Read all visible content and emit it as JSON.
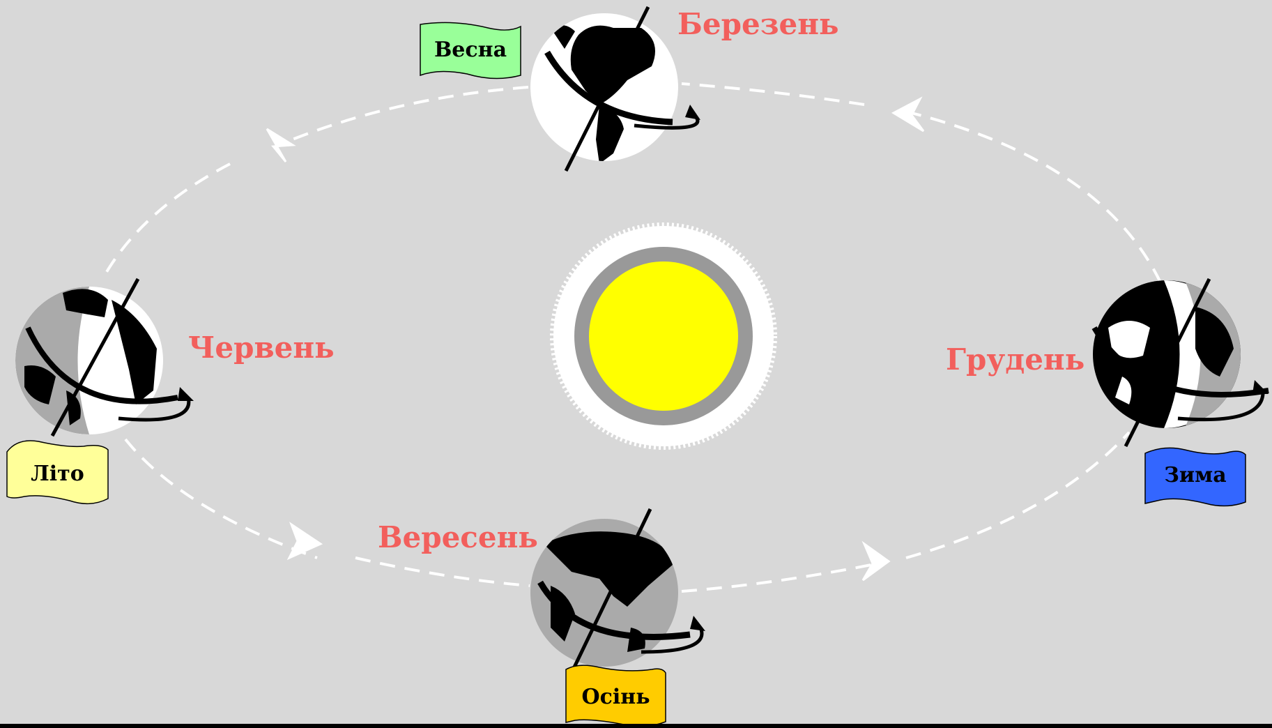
{
  "months": {
    "march": "Березень",
    "june": "Червень",
    "september": "Вересень",
    "december": "Грудень"
  },
  "seasons": {
    "spring": "Весна",
    "summer": "Літо",
    "autumn": "Осінь",
    "winter": "Зима"
  },
  "colors": {
    "background": "#d8d8d8",
    "month_label": "#f25f5c",
    "sun": "#ffff00",
    "orbit": "#ffffff",
    "spring_flag": "#99ff99",
    "summer_flag": "#ffff99",
    "autumn_flag": "#ffcc00",
    "winter_flag": "#3366ff"
  }
}
